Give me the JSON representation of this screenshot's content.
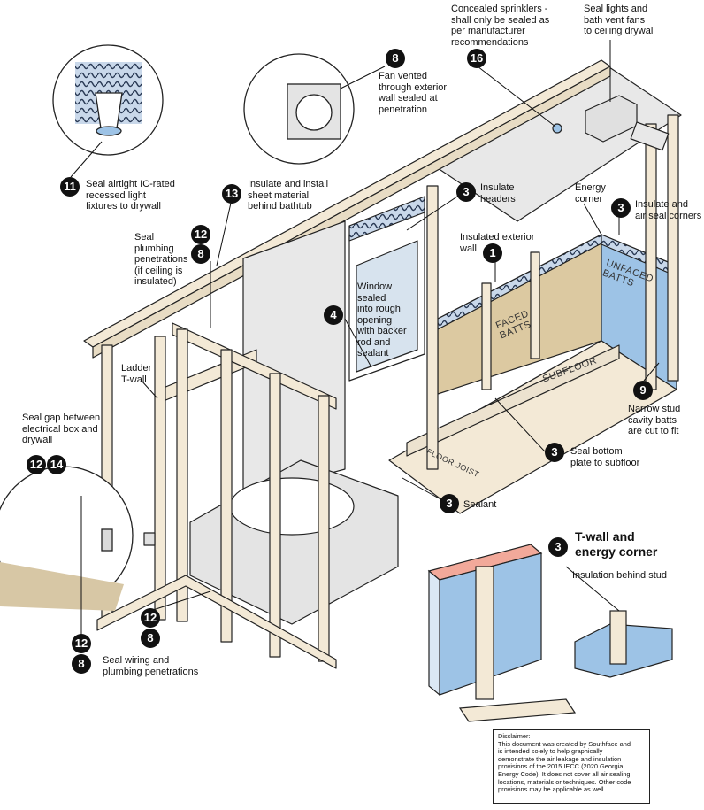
{
  "colors": {
    "batt_blue": "#9dc3e6",
    "faced_tan": "#dcc9a1",
    "drywall_gray": "#e8e8e8",
    "wood_beige": "#f3e9d6",
    "sealant_pink": "#f2a99a",
    "badge_black": "#111111"
  },
  "callouts": [
    {
      "id": "c16",
      "number": "16",
      "text": [
        "Concealed sprinklers -",
        "shall only be sealed as",
        "per manufacturer",
        "recommendations"
      ]
    },
    {
      "id": "c-lights",
      "number": "",
      "text": [
        "Seal lights and",
        "bath vent fans",
        "to ceiling drywall"
      ]
    },
    {
      "id": "c8-fan",
      "number": "8",
      "text": [
        "Fan vented",
        "through exterior",
        "wall sealed at",
        "penetration"
      ]
    },
    {
      "id": "c11",
      "number": "11",
      "text": [
        "Seal airtight IC-rated",
        "recessed light",
        "fixtures to drywall"
      ]
    },
    {
      "id": "c13",
      "number": "13",
      "text": [
        "Insulate and install",
        "sheet material",
        "behind bathtub"
      ]
    },
    {
      "id": "c3-headers",
      "number": "3",
      "text": [
        "Insulate",
        "headers"
      ]
    },
    {
      "id": "c-energy",
      "number": "",
      "text": [
        "Energy",
        "corner"
      ]
    },
    {
      "id": "c3-corners",
      "number": "3",
      "text": [
        "Insulate and",
        "air seal corners"
      ]
    },
    {
      "id": "c1",
      "number": "1",
      "text": [
        "Insulated exterior",
        "wall"
      ]
    },
    {
      "id": "c12-8-plumb",
      "number": "12",
      "number2": "8",
      "text": [
        "Seal",
        "plumbing",
        "penetrations",
        "(if ceiling is",
        "insulated)"
      ]
    },
    {
      "id": "c4",
      "number": "4",
      "text": [
        "Window",
        "sealed",
        "into rough",
        "opening",
        "with backer",
        "rod and",
        "sealant"
      ]
    },
    {
      "id": "c-ladder",
      "number": "",
      "text": [
        "Ladder",
        "T-wall"
      ]
    },
    {
      "id": "c-elec",
      "number": "",
      "text": [
        "Seal gap between",
        "electrical box and",
        "drywall"
      ]
    },
    {
      "id": "c9",
      "number": "9",
      "text": [
        "Narrow stud",
        "cavity batts",
        "are cut to fit"
      ]
    },
    {
      "id": "c3-bottom",
      "number": "3",
      "text": [
        "Seal bottom",
        "plate to subfloor"
      ]
    },
    {
      "id": "c3-sealant",
      "number": "3",
      "text": [
        "Sealant"
      ]
    },
    {
      "id": "c12-14",
      "number": "12",
      "number2": "14",
      "text": []
    },
    {
      "id": "c12-8-left",
      "number": "12",
      "number2": "8",
      "text": []
    },
    {
      "id": "c12-8-wiring",
      "number": "12",
      "number2": "8",
      "text": [
        "Seal wiring and",
        "plumbing penetrations"
      ]
    },
    {
      "id": "c3-twall",
      "number": "3",
      "text": [
        "T-wall and",
        "energy corner"
      ]
    },
    {
      "id": "c-behind",
      "number": "",
      "text": [
        "Insulation behind stud"
      ]
    }
  ],
  "in_labels": {
    "faced": [
      "FACED",
      "BATTS"
    ],
    "unfaced": [
      "UNFACED",
      "BATTS"
    ],
    "subfloor": "SUBFLOOR",
    "floor_joist": "FLOOR JOIST"
  },
  "disclaimer": {
    "title": "Disclaimer:",
    "lines": [
      "This document was created by Southface and",
      "is intended solely to help graphically",
      "demonstrate the air leakage and insulation",
      "provisions of the 2015 IECC (2020 Georgia",
      "Energy Code).  It does not cover all air sealing",
      "locations, materials or techniques. Other code",
      "provisions may be applicable as well."
    ]
  }
}
